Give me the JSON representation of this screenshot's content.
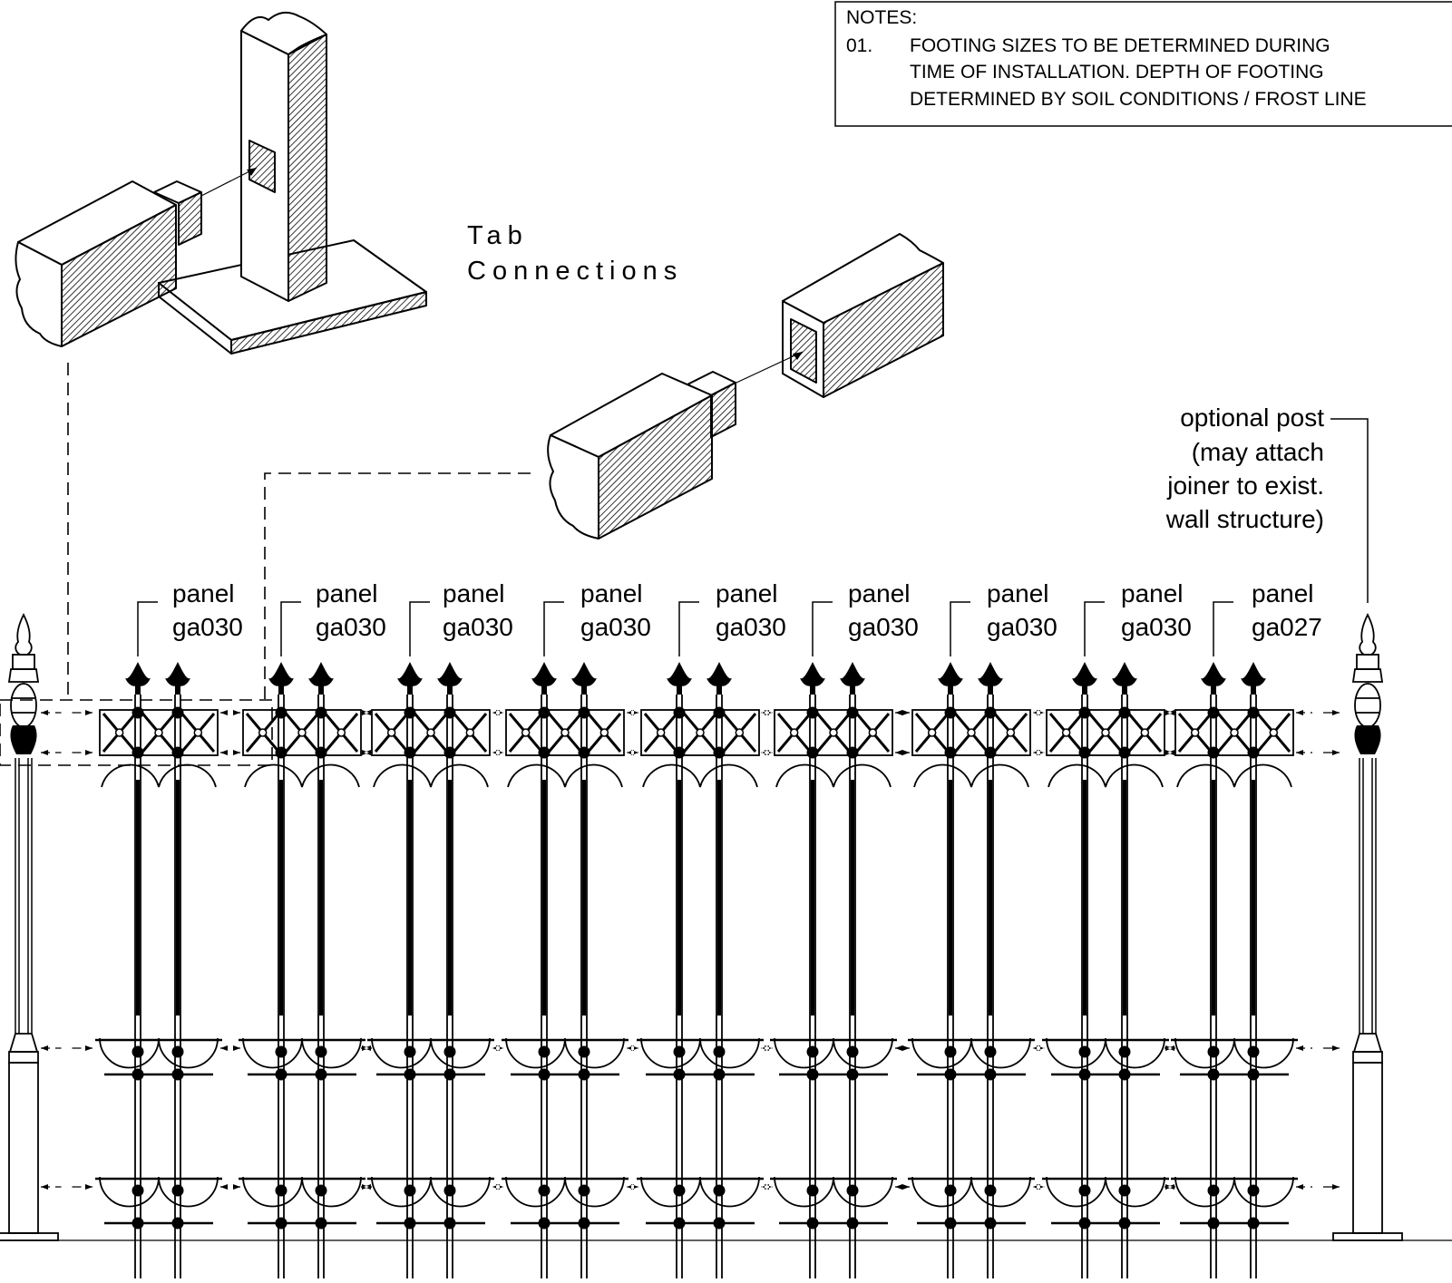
{
  "notes": {
    "heading": "NOTES:",
    "items": [
      {
        "number": "01.",
        "lines": [
          "FOOTING SIZES TO BE  DETERMINED DURING",
          "TIME OF INSTALLATION. DEPTH OF FOOTING",
          "DETERMINED BY SOIL   CONDITIONS / FROST LINE"
        ]
      }
    ]
  },
  "tab_connections": {
    "line1": "Tab",
    "line2": "Connections"
  },
  "optional_post": {
    "lines": [
      "optional post",
      "(may attach",
      "joiner to exist.",
      "wall structure)"
    ]
  },
  "panels": [
    {
      "word": "panel",
      "code": "ga030"
    },
    {
      "word": "panel",
      "code": "ga030"
    },
    {
      "word": "panel",
      "code": "ga030"
    },
    {
      "word": "panel",
      "code": "ga030"
    },
    {
      "word": "panel",
      "code": "ga030"
    },
    {
      "word": "panel",
      "code": "ga030"
    },
    {
      "word": "panel",
      "code": "ga030"
    },
    {
      "word": "panel",
      "code": "ga030"
    },
    {
      "word": "panel",
      "code": "ga027"
    }
  ],
  "colors": {
    "line": "#000000",
    "background": "#ffffff"
  }
}
